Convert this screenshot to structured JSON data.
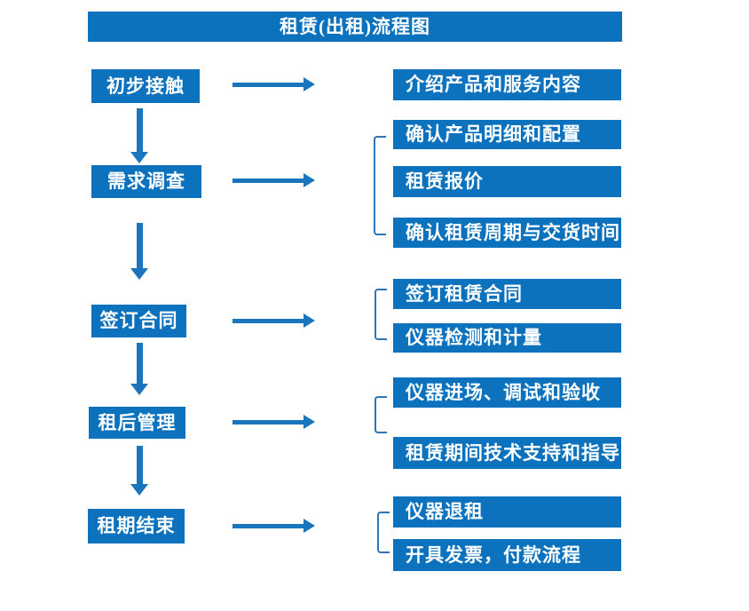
{
  "title": "租赁(出租)流程图",
  "colors": {
    "box_fill": "#0c72bd",
    "arrow": "#1b75bc",
    "bracket": "#2e75b6",
    "box_text": "#ffffff",
    "background": "#ffffff"
  },
  "stages": [
    {
      "label": "初步接触",
      "details": [
        "介绍产品和服务内容"
      ]
    },
    {
      "label": "需求调查",
      "details": [
        "确认产品明细和配置",
        "租赁报价",
        "确认租赁周期与交货时间"
      ]
    },
    {
      "label": "签订合同",
      "details": [
        "签订租赁合同",
        "仪器检测和计量"
      ]
    },
    {
      "label": "租后管理",
      "details": [
        "仪器进场、调试和验收",
        "租赁期间技术支持和指导"
      ]
    },
    {
      "label": "租期结束",
      "details": [
        "仪器退租",
        "开具发票，付款流程"
      ]
    }
  ]
}
